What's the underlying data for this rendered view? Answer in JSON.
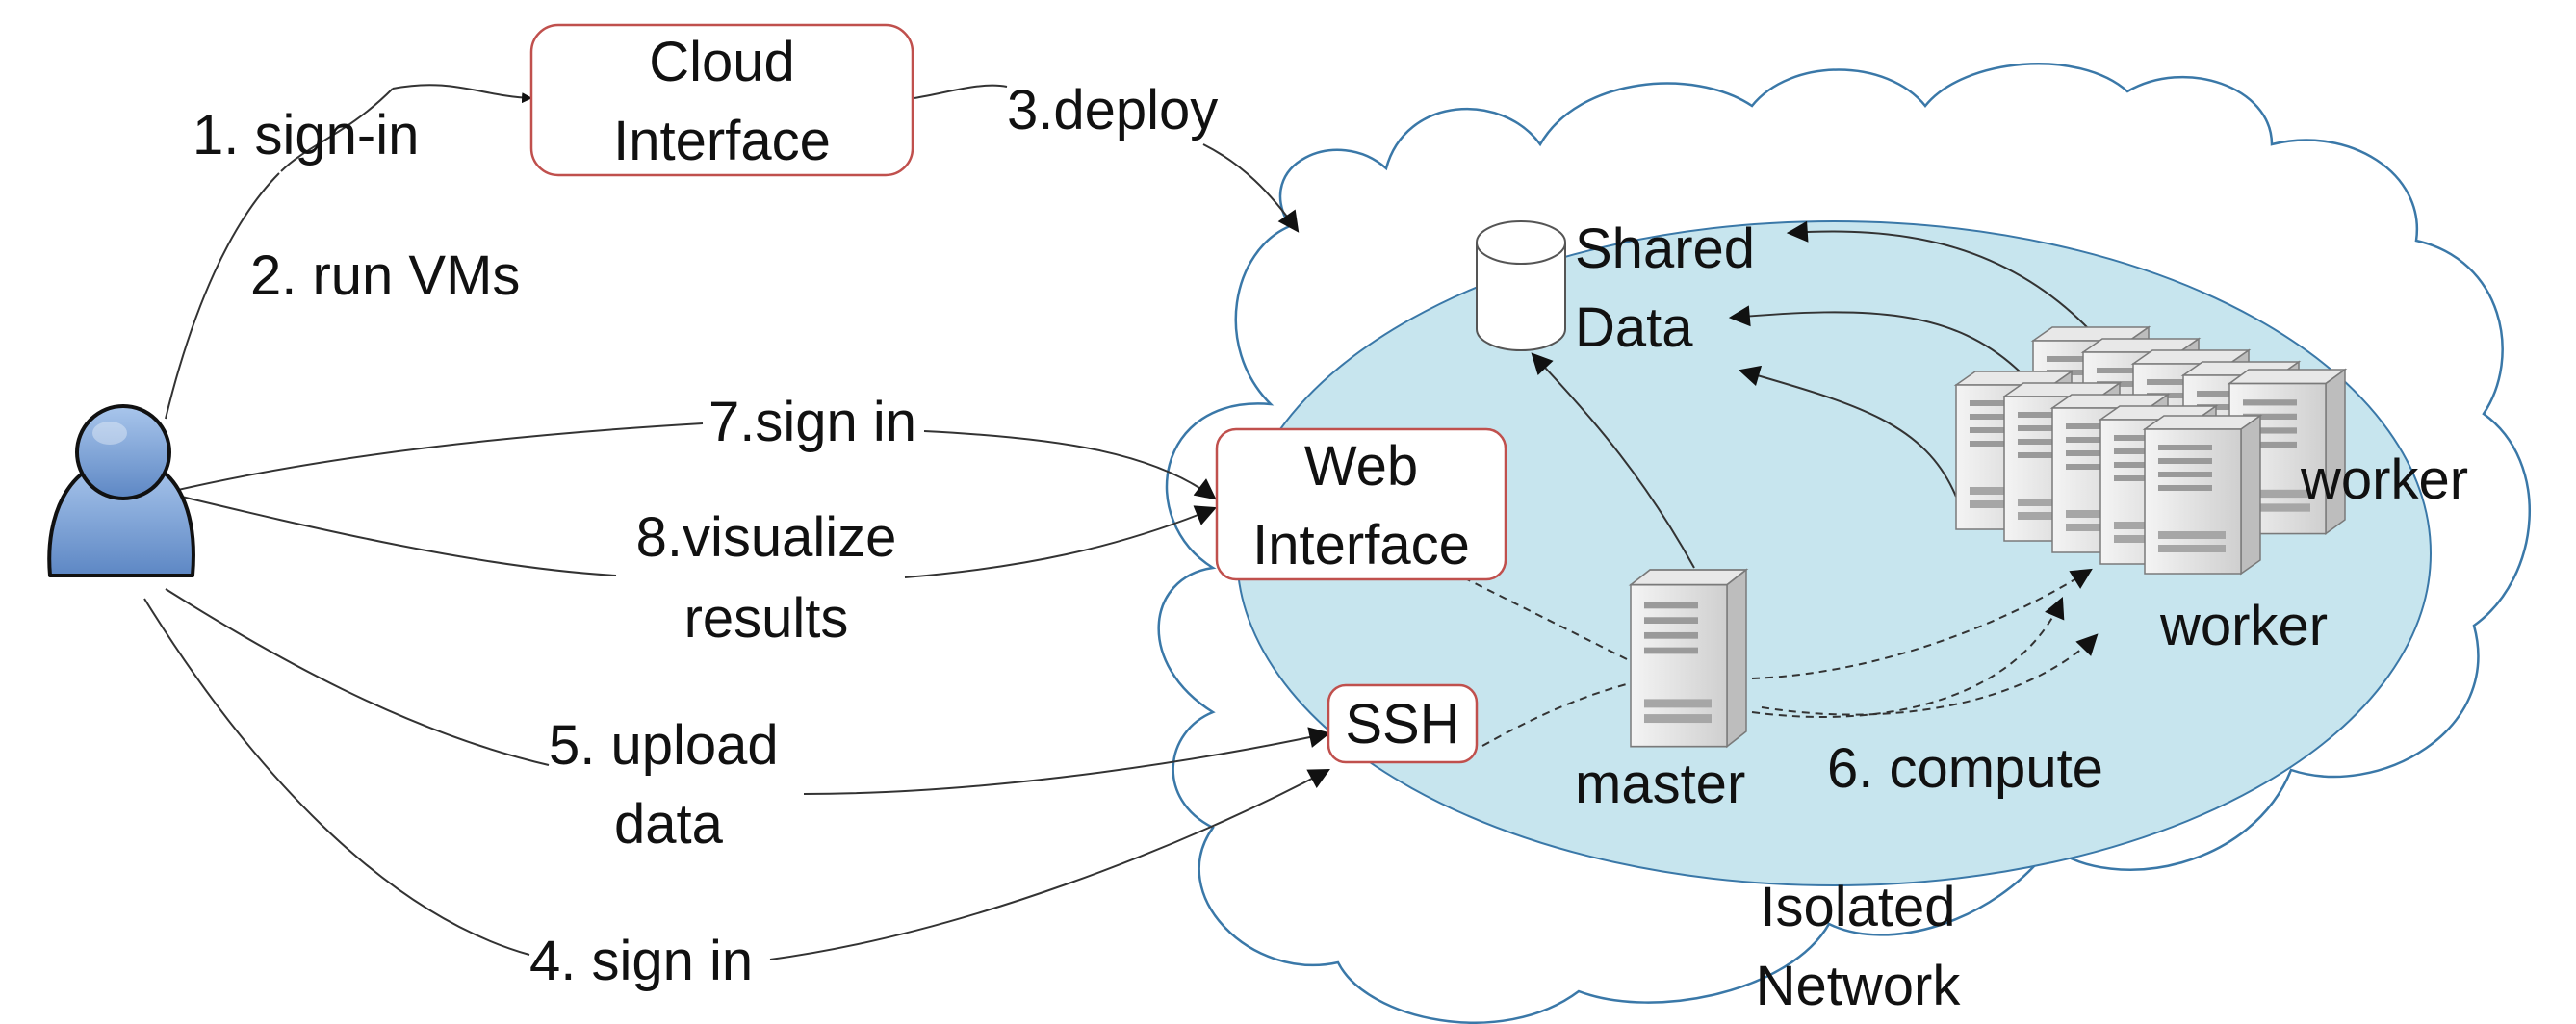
{
  "boxes": {
    "cloud_interface": [
      "Cloud",
      "Interface"
    ],
    "web_interface": [
      "Web",
      "Interface"
    ],
    "ssh": "SSH"
  },
  "nodes": {
    "shared_data": [
      "Shared",
      "Data"
    ],
    "master": "master",
    "worker_back": "worker",
    "worker_front": "worker",
    "isolated_network": [
      "Isolated",
      "Network"
    ]
  },
  "steps": {
    "sign_in_1": "1. sign-in",
    "run_vms_2": "2. run VMs",
    "deploy_3": "3.deploy",
    "sign_in_4": "4. sign in",
    "upload_5": [
      "5. upload",
      "data"
    ],
    "compute_6": "6. compute",
    "sign_in_7": "7.sign in",
    "visualize_8": [
      "8.visualize",
      "results"
    ]
  },
  "colors": {
    "network_fill": "#c7e5ee",
    "cloud_stroke": "#3a78a8",
    "box_stroke": "#c0504d",
    "user_fill": "#7ea6d8"
  },
  "icons": [
    "user-icon",
    "database-icon",
    "server-icon"
  ]
}
